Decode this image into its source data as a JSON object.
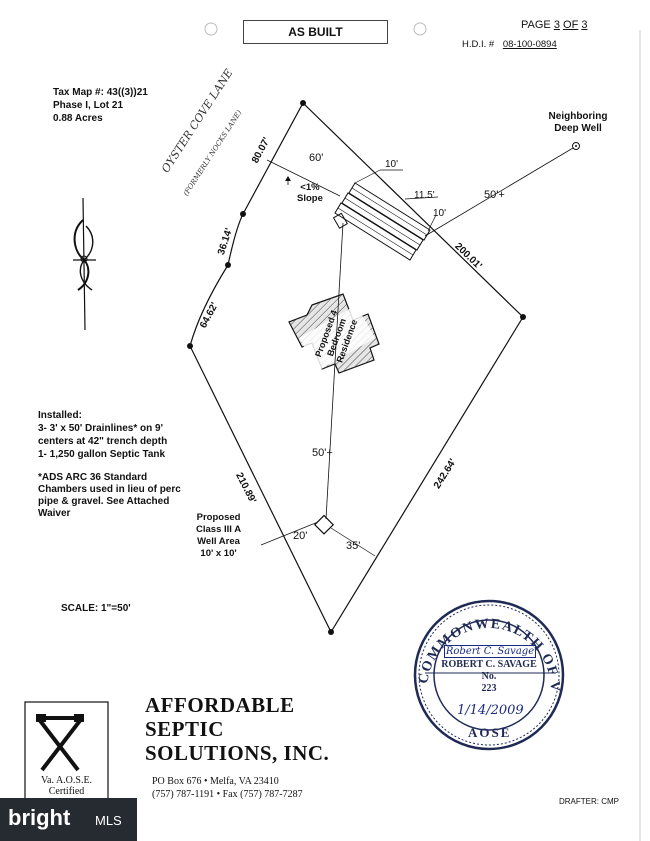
{
  "header": {
    "title": "AS BUILT",
    "page_label": "PAGE",
    "page_num": "3",
    "page_of": "OF",
    "page_total": "3",
    "hdi_label": "H.D.I. #",
    "hdi_number": "08-100-0894"
  },
  "lot_info": [
    "Tax Map #: 43((3))21",
    "Phase I, Lot 21",
    "0.88 Acres"
  ],
  "labels": {
    "neighboring_well": [
      "Neighboring",
      "Deep Well"
    ],
    "street": "OYSTER COVE LANE",
    "street_former": "(FORMERLY NOCKS LANE)",
    "slope": [
      "<1%",
      "Slope"
    ],
    "residence": [
      "Proposed 4",
      "Bedroom",
      "Residence"
    ],
    "well_area": [
      "Proposed",
      "Class III A",
      "Well Area",
      "10' x 10'"
    ]
  },
  "dimensions": {
    "d_80_07": "80.07'",
    "d_36_14": "36.14'",
    "d_64_62": "64.62'",
    "d_200_01": "200.01'",
    "d_242_64": "242.64'",
    "d_210_89": "210.89'",
    "d_60": "60'",
    "d_10a": "10'",
    "d_11_5": "11.5'",
    "d_10b": "10'",
    "d_50_top": "50'+",
    "d_50_mid": "50'+",
    "d_20": "20'",
    "d_35": "35'"
  },
  "installed": {
    "heading": "Installed:",
    "lines": [
      "3- 3' x 50' Drainlines* on 9'",
      "centers at 42\" trench depth",
      "1- 1,250 gallon Septic Tank"
    ]
  },
  "note_lines": [
    "*ADS ARC 36 Standard",
    "Chambers used in lieu of perc",
    "pipe & gravel. See Attached",
    "Waiver"
  ],
  "scale": "SCALE: 1\"=50'",
  "seal": {
    "ring_top": "COMMONWEALTH OF VIRGINIA",
    "ring_bottom": "AOSE",
    "signature": "Robert C. Savage",
    "name": "ROBERT C. SAVAGE",
    "no_label": "No.",
    "no_value": "223",
    "date": "1/14/2009"
  },
  "logo": {
    "line1": "Va. A.O.S.E.",
    "line2": "Certified"
  },
  "company": {
    "name_lines": [
      "AFFORDABLE",
      "SEPTIC",
      "SOLUTIONS, INC."
    ],
    "address": "PO Box 676 • Melfa, VA 23410",
    "phone": "(757) 787-1191 • Fax (757) 787-7287"
  },
  "drafter": "DRAFTER: CMP",
  "watermark": {
    "brand": "bright",
    "suffix": "MLS"
  }
}
